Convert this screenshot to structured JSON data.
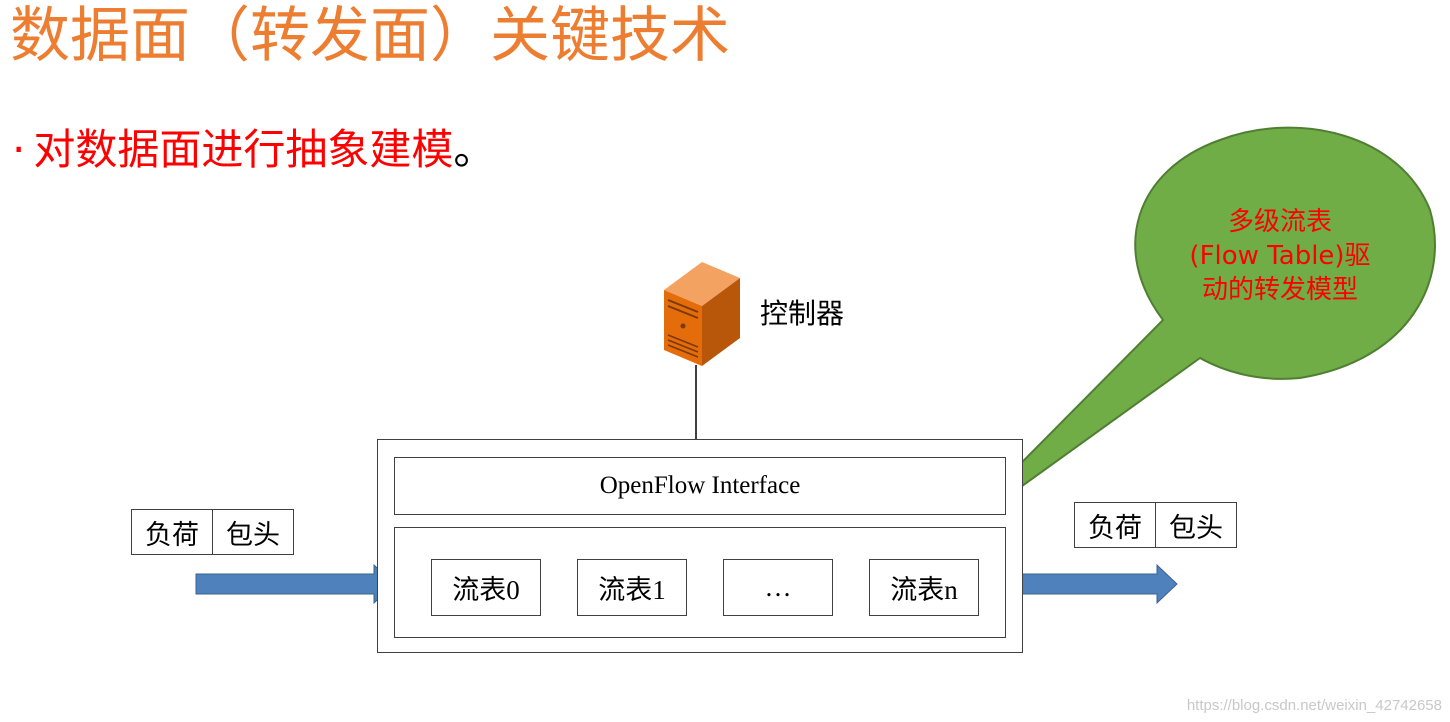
{
  "slide": {
    "title": "数据面（转发面）关键技术",
    "bullet_marker": "·",
    "bullet_text": "对数据面进行抽象建模",
    "bullet_end": "。"
  },
  "diagram": {
    "controller_label": "控制器",
    "interface_label": "OpenFlow Interface",
    "flow_tables": [
      "流表0",
      "流表1",
      "…",
      "流表n"
    ],
    "packet_in": {
      "payload": "负荷",
      "header": "包头"
    },
    "packet_out": {
      "payload": "负荷",
      "header": "包头"
    },
    "callout_lines": [
      "多级流表",
      "(Flow Table)驱",
      "动的转发模型"
    ]
  },
  "colors": {
    "title": "#ED7D31",
    "bullet": "#FF0000",
    "callout_fill": "#70AD47",
    "callout_text": "#FF0000",
    "arrow": "#4F81BD",
    "server": "#E46C0A"
  },
  "watermark": "https://blog.csdn.net/weixin_42742658"
}
